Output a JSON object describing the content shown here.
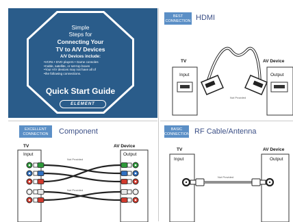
{
  "cover": {
    "line1": "Simple",
    "line2": "Steps for",
    "line3": "Connecting Your",
    "line4": "TV to A/V Devices",
    "devices_heading": "A/V Devices include:",
    "devices_list": [
      "VCRs • DVD players • Game consoles",
      "Cable, satellite, or set-top boxes",
      "Your A/V devices may not have all of",
      "the following connections."
    ],
    "guide_title": "Quick Start Guide",
    "logo": "ELEMENT"
  },
  "hdmi": {
    "badge_line1": "BEST",
    "badge_line2": "CONNECTION",
    "title": "HDMI",
    "tv_label": "TV",
    "device_label": "AV Device",
    "input_label": "Input",
    "output_label": "Output",
    "cable_note": "Not Provided"
  },
  "component": {
    "badge_line1": "EXCELLENT",
    "badge_line2": "CONNECTION",
    "title": "Component",
    "tv_label": "TV",
    "device_label": "AV Device",
    "input_label": "Input",
    "output_label": "Output",
    "cable_note_1": "Not Provided",
    "cable_note_2": "Not Provided"
  },
  "rf": {
    "badge_line1": "BASIC",
    "badge_line2": "CONNECTION",
    "title": "RF Cable/Antenna",
    "tv_label": "TV",
    "device_label": "AV Device",
    "input_label": "Input",
    "output_label": "Output",
    "cable_note": "Not Provided"
  },
  "colors": {
    "cover_bg": "#2a5c8a",
    "badge_bg": "#5b8fc6",
    "title_text": "#3b4f86",
    "jack_green": "#2e9a3a",
    "jack_blue": "#2f6fc0",
    "jack_red": "#d23a2e",
    "jack_white": "#e8e8e8"
  }
}
